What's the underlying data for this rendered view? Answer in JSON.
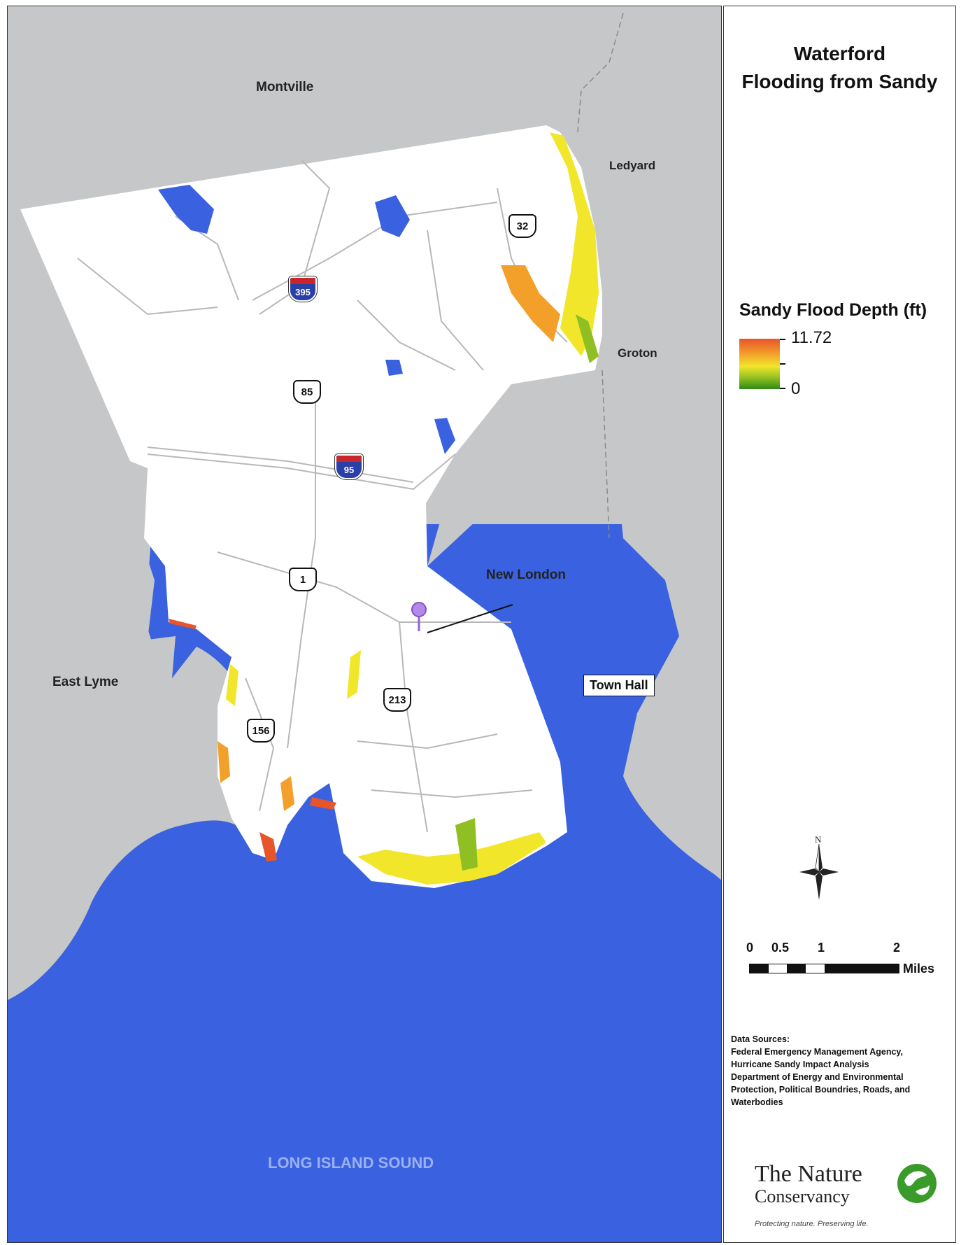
{
  "map": {
    "places": {
      "montville": "Montville",
      "ledyard": "Ledyard",
      "groton": "Groton",
      "new_london": "New London",
      "east_lyme": "East Lyme",
      "long_island_sound": "LONG ISLAND SOUND"
    },
    "routes": {
      "i395": "395",
      "i95": "95",
      "us1": "1",
      "r32": "32",
      "r85": "85",
      "r156": "156",
      "r213": "213"
    },
    "town_hall_label": "Town Hall",
    "colors": {
      "land_other": "#c6c7c8",
      "town": "#ffffff",
      "water": "#3a62e0",
      "roads": "#b8b8b8",
      "flood_high": "#e8552a",
      "flood_low": "#2f8a18"
    }
  },
  "legend": {
    "title_line1": "Waterford",
    "title_line2": "Flooding from Sandy",
    "depth_heading": "Sandy Flood Depth (ft)",
    "depth_max": "11.72",
    "depth_min": "0",
    "north_letter": "N",
    "scale": {
      "labels": [
        "0",
        "0.5",
        "1",
        "2"
      ],
      "unit": "Miles"
    },
    "data_sources": [
      "Data Sources:",
      "Federal Emergency Management Agency,",
      "Hurricane Sandy Impact Analysis",
      "Department of Energy and Environmental",
      "Protection, Political Boundries, Roads, and",
      "Waterbodies"
    ],
    "org": {
      "name_line1": "The Nature",
      "name_line2": "Conservancy",
      "tagline": "Protecting nature. Preserving life."
    }
  }
}
